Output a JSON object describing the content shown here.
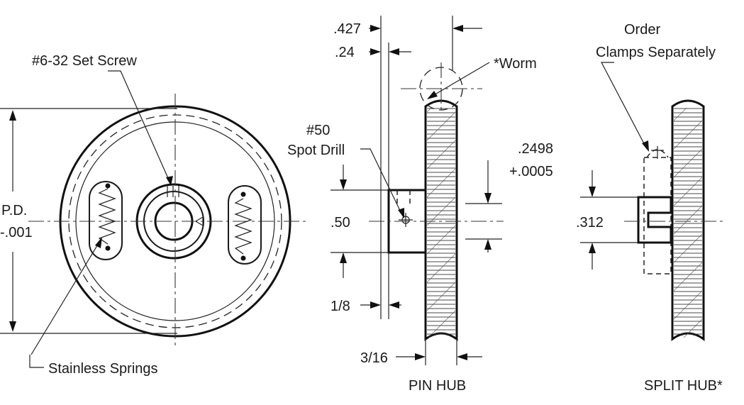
{
  "labels": {
    "set_screw": "#6-32 Set Screw",
    "pd_line1": "P.D.",
    "pd_line2": "-.001",
    "stainless_springs": "Stainless Springs",
    "dim_427": ".427",
    "dim_24": ".24",
    "worm": "*Worm",
    "drill_line1": "#50",
    "drill_line2": "Spot Drill",
    "dim_2498": ".2498",
    "dim_0005": "+.0005",
    "dim_50": ".50",
    "dim_1_8": "1/8",
    "dim_3_16": "3/16",
    "pin_hub": "PIN HUB",
    "order_line1": "Order",
    "order_line2": "Clamps Separately",
    "dim_312": ".312",
    "split_hub": "SPLIT HUB*"
  }
}
